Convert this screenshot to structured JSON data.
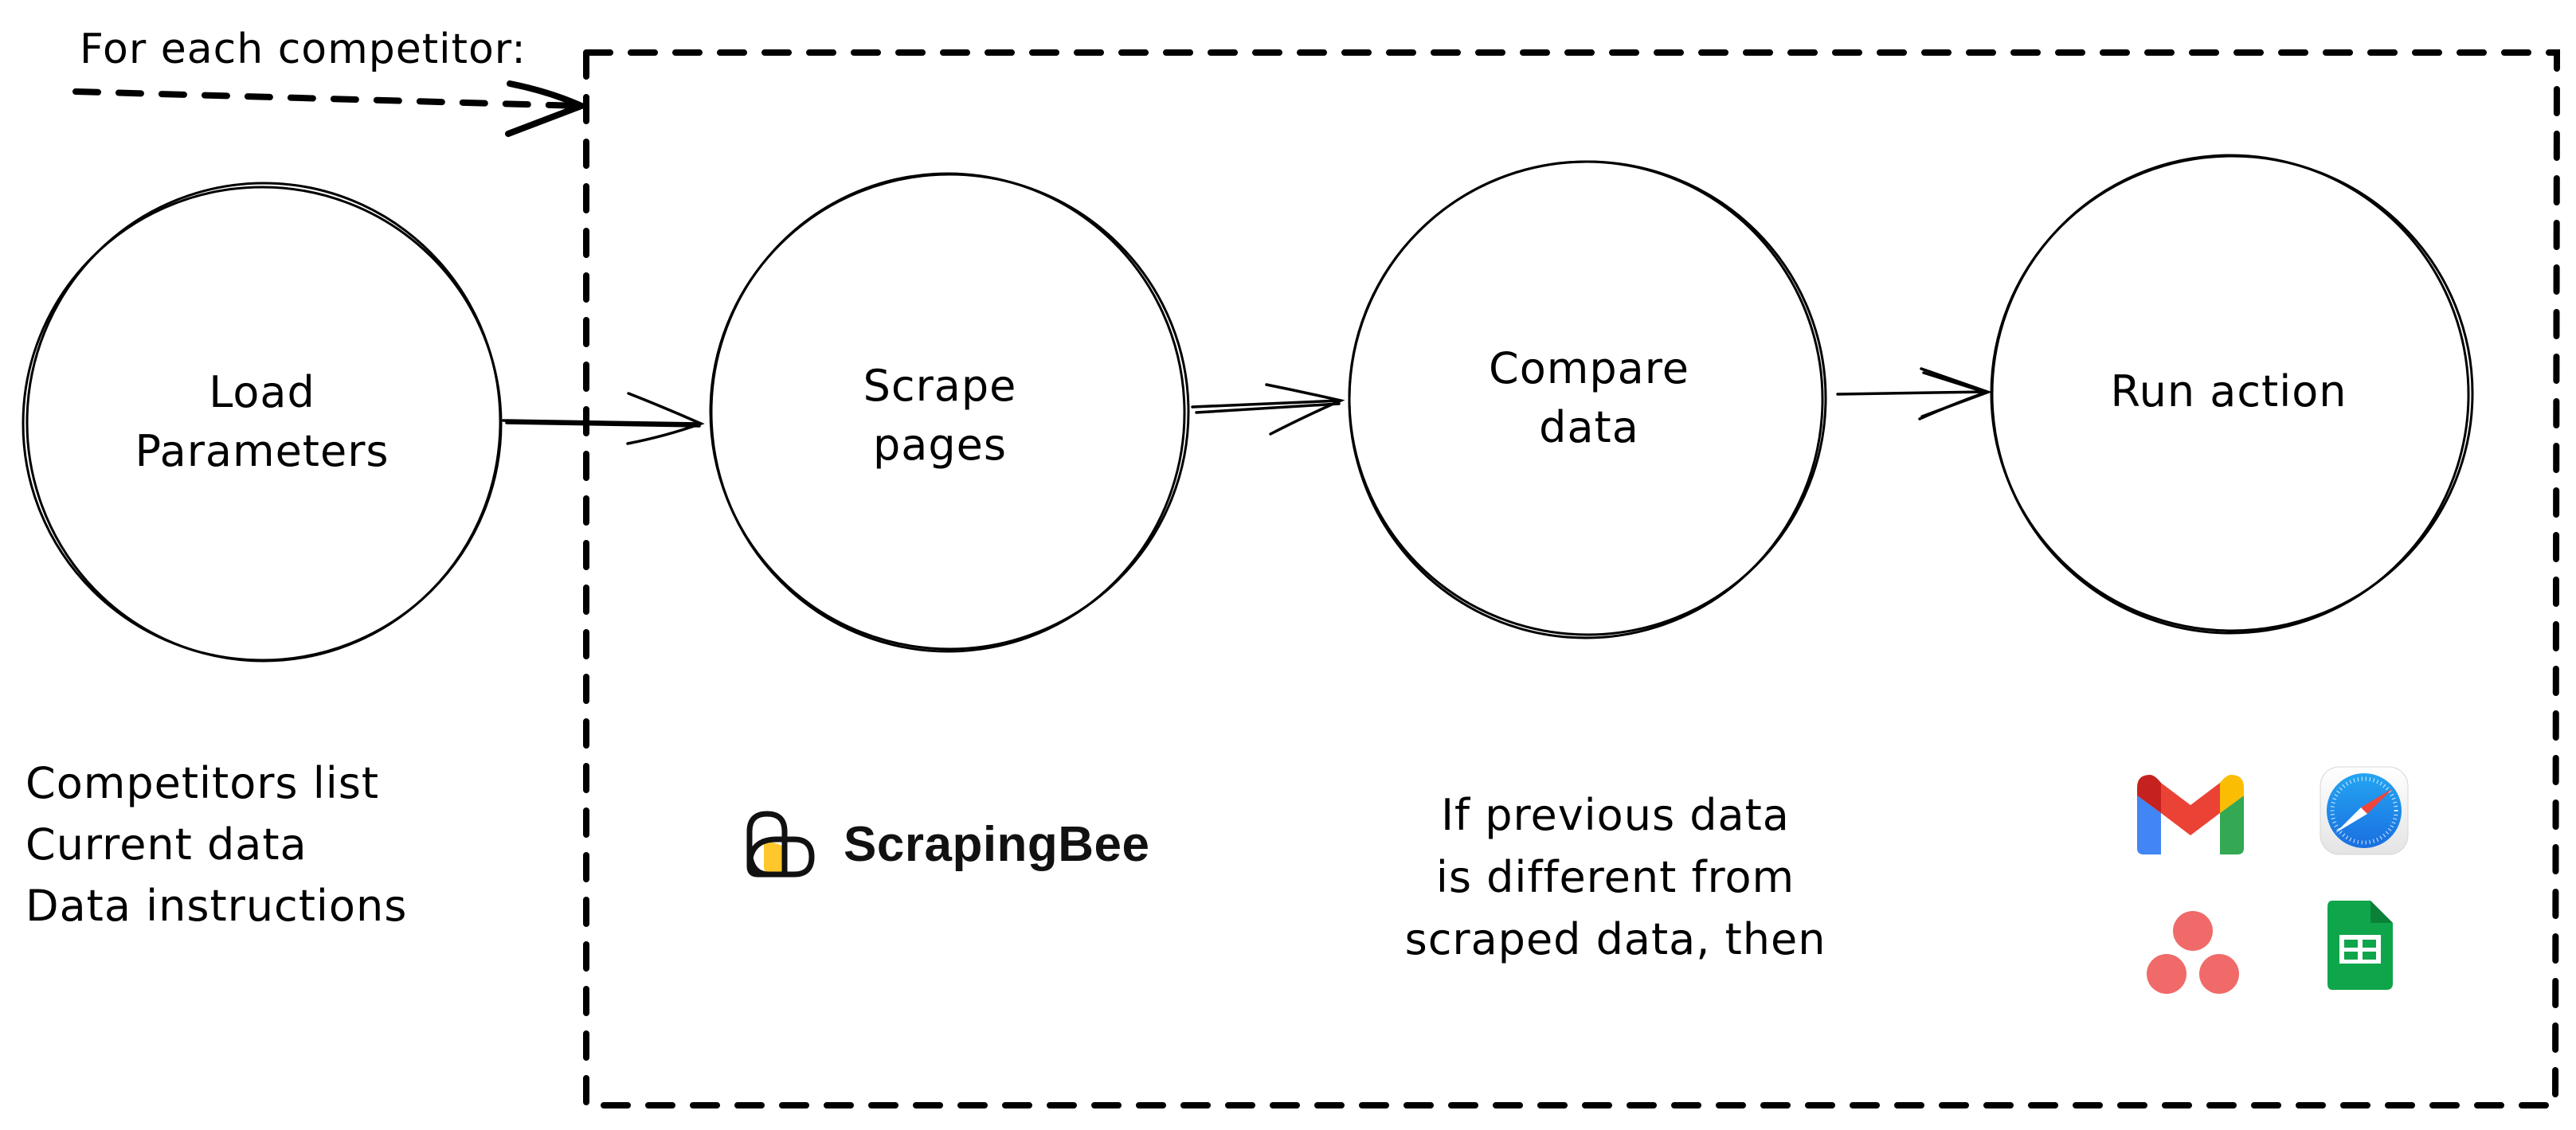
{
  "loop": {
    "label": "For each competitor:"
  },
  "nodes": [
    {
      "id": "load",
      "lines": [
        "Load",
        "Parameters"
      ]
    },
    {
      "id": "scrape",
      "lines": [
        "Scrape",
        "pages"
      ]
    },
    {
      "id": "compare",
      "lines": [
        "Compare",
        "data"
      ]
    },
    {
      "id": "action",
      "lines": [
        "Run action"
      ]
    }
  ],
  "parameters": {
    "items": [
      "Competitors list",
      "Current data",
      "Data instructions"
    ]
  },
  "scraper": {
    "brand": "ScrapingBee",
    "icon": "scrapingbee-logo-icon",
    "accent": "#FFC72C"
  },
  "condition": {
    "lines": [
      "If previous data",
      "is different from",
      "scraped data, then"
    ]
  },
  "actions": {
    "icons": [
      {
        "name": "gmail-icon",
        "label": "Gmail"
      },
      {
        "name": "safari-icon",
        "label": "Safari"
      },
      {
        "name": "asana-icon",
        "label": "Asana"
      },
      {
        "name": "google-sheets-icon",
        "label": "Google Sheets"
      }
    ],
    "colors": {
      "gmail_red": "#EA4335",
      "gmail_darkred": "#C5221F",
      "gmail_blue": "#4285F4",
      "gmail_green": "#34A853",
      "gmail_yellow": "#FBBC04",
      "safari_blue": "#1E8CF0",
      "asana_coral": "#F06A6A",
      "sheets_green": "#0F9D58"
    }
  }
}
